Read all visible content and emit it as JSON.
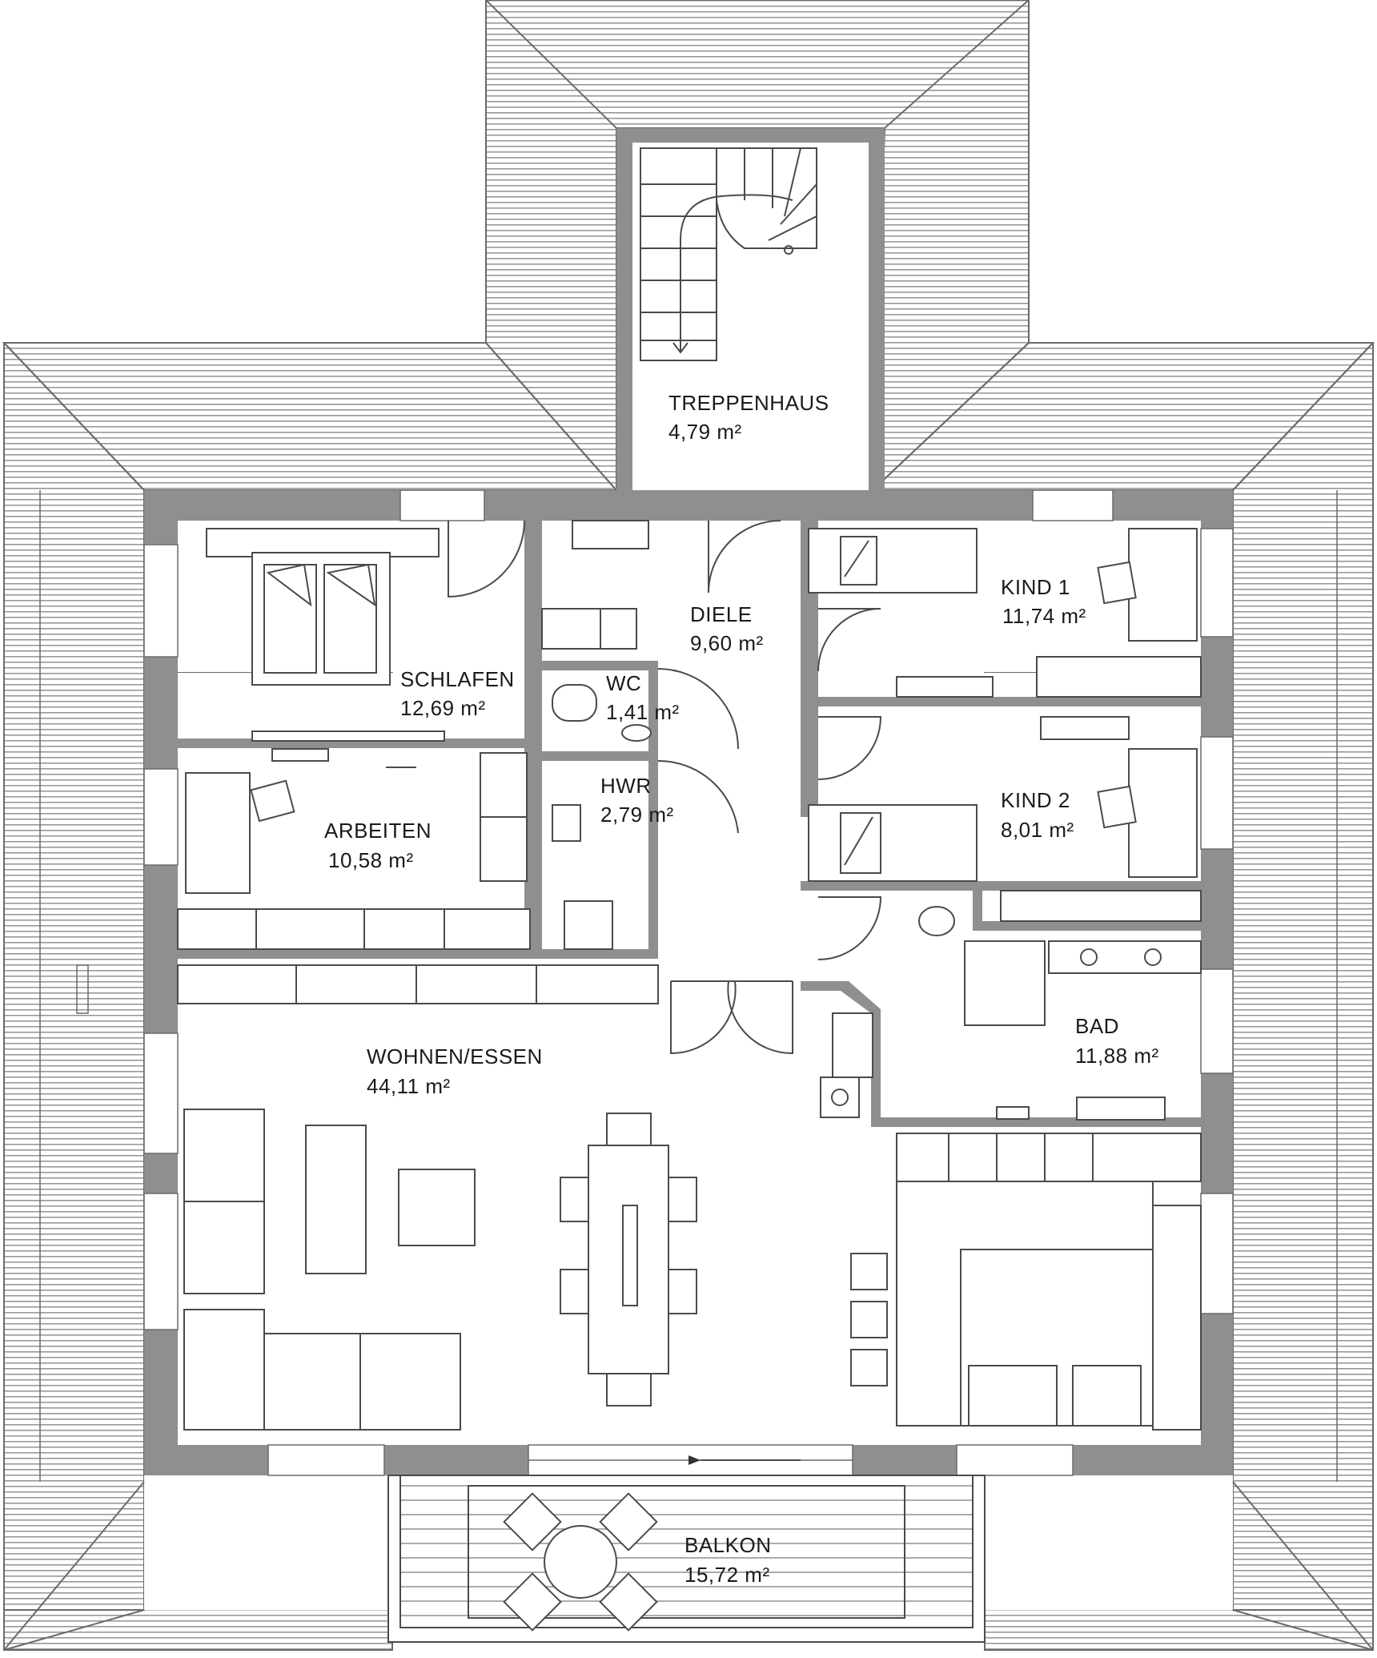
{
  "rooms": {
    "treppenhaus": {
      "name": "TREPPENHAUS",
      "area": "4,79 m²"
    },
    "diele": {
      "name": "DIELE",
      "area": "9,60 m²"
    },
    "schlafen": {
      "name": "SCHLAFEN",
      "area": "12,69 m²"
    },
    "wc": {
      "name": "WC",
      "area": "1,41 m²"
    },
    "hwr": {
      "name": "HWR",
      "area": "2,79 m²"
    },
    "arbeiten": {
      "name": "ARBEITEN",
      "area": "10,58 m²"
    },
    "kind1": {
      "name": "KIND 1",
      "area": "11,74 m²"
    },
    "kind2": {
      "name": "KIND 2",
      "area": "8,01 m²"
    },
    "bad": {
      "name": "BAD",
      "area": "11,88 m²"
    },
    "wohnen_essen": {
      "name": "WOHNEN/ESSEN",
      "area": "44,11 m²"
    },
    "balkon": {
      "name": "BALKON",
      "area": "15,72 m²"
    }
  },
  "colors": {
    "wall": "#8f8f8f",
    "roof_line": "#8a8a8a",
    "furniture_line": "#4a4a4a",
    "background": "#ffffff"
  }
}
